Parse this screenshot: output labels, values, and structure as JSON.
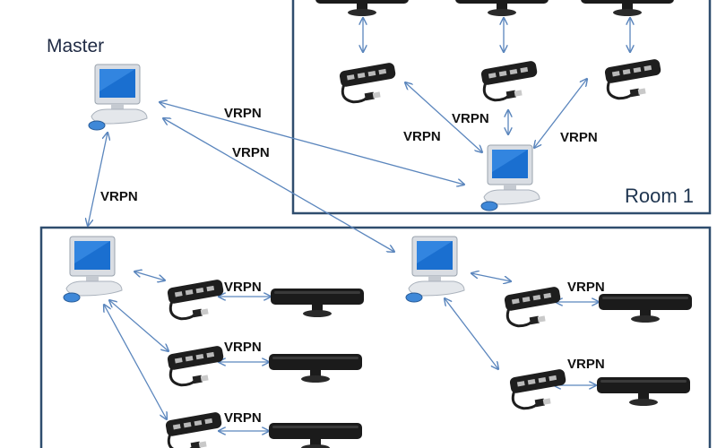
{
  "labels": {
    "master": "Master",
    "room1": "Room 1",
    "protocol": "VRPN"
  },
  "colors": {
    "arrow": "#5b86bd",
    "border": "#2f4d6e",
    "monitor_screen": "#1a6fd0",
    "device_body": "#1e1e1e"
  },
  "icons": [
    "computer-icon",
    "usb-hub-icon",
    "kinect-sensor-icon"
  ]
}
